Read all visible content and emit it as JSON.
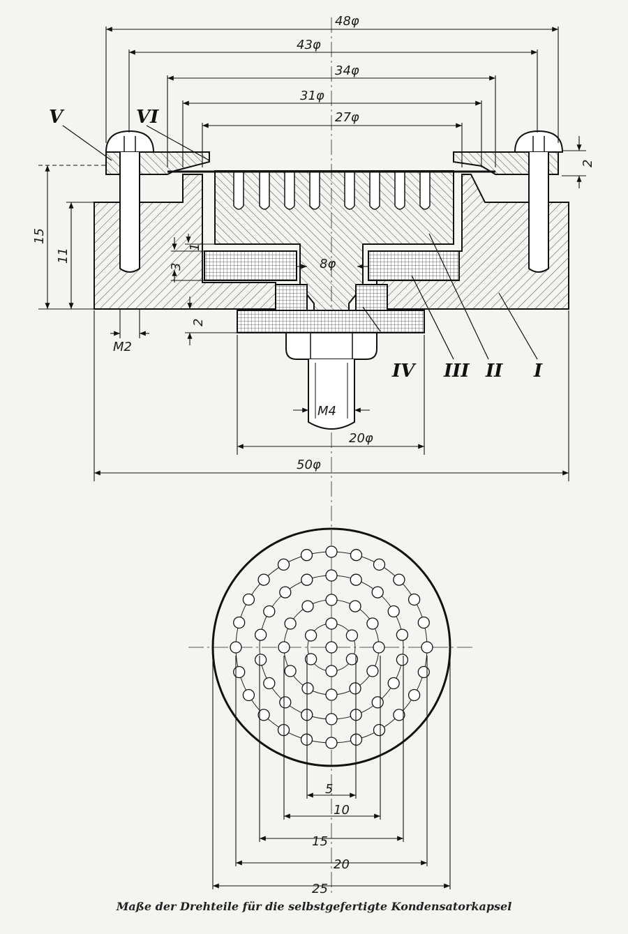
{
  "dimensions": {
    "d48": "48φ",
    "d43": "43φ",
    "d34": "34φ",
    "d31": "31φ",
    "d27": "27φ",
    "d8": "8φ",
    "d20": "20φ",
    "d50": "50φ",
    "h15": "15",
    "h11": "11",
    "h3": "3",
    "h1": "1",
    "h2_left": "2",
    "h2_right": "2",
    "m2": "M2",
    "m4": "M4",
    "r5": "5",
    "r10": "10",
    "r15": "15",
    "r20": "20",
    "r25": "25"
  },
  "parts": {
    "p1": "I",
    "p2": "II",
    "p3": "III",
    "p4": "IV",
    "p5": "V",
    "p6": "VI"
  },
  "caption": "Maße der Drehteile für die selbstgefertigte Kondensatorkapsel"
}
